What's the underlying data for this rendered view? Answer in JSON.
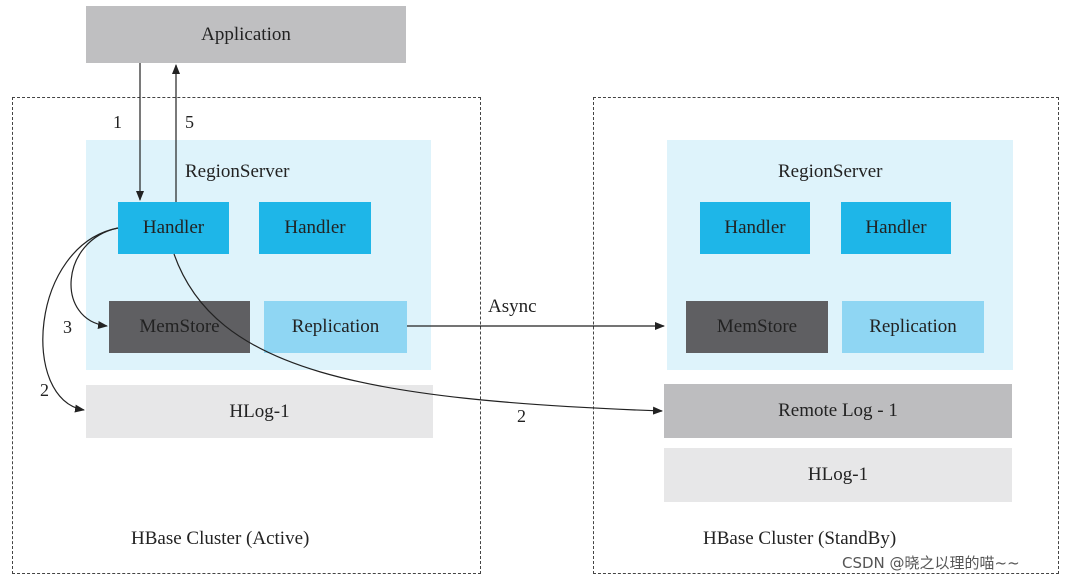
{
  "application": {
    "label": "Application"
  },
  "active_cluster": {
    "label": "HBase Cluster (Active)",
    "region_server_label": "RegionServer",
    "handlers": [
      "Handler",
      "Handler"
    ],
    "memstore": "MemStore",
    "replication": "Replication",
    "hlog": "HLog-1"
  },
  "standby_cluster": {
    "label": "HBase Cluster (StandBy)",
    "region_server_label": "RegionServer",
    "handlers": [
      "Handler",
      "Handler"
    ],
    "memstore": "MemStore",
    "replication": "Replication",
    "remote_log": "Remote Log - 1",
    "hlog": "HLog-1"
  },
  "edges": {
    "step_1": "1",
    "step_5": "5",
    "step_3": "3",
    "step_2_local": "2",
    "step_2_remote": "2",
    "async": "Async"
  },
  "watermark": "CSDN @晓之以理的喵~~",
  "colors": {
    "handler": "#1eb6e8",
    "memstore": "#5f5f62",
    "replication": "#8fd6f3",
    "region_bg": "#def3fb",
    "hlog": "#e7e7e8",
    "remote_log": "#bdbdbf",
    "application": "#bfbfc1"
  }
}
